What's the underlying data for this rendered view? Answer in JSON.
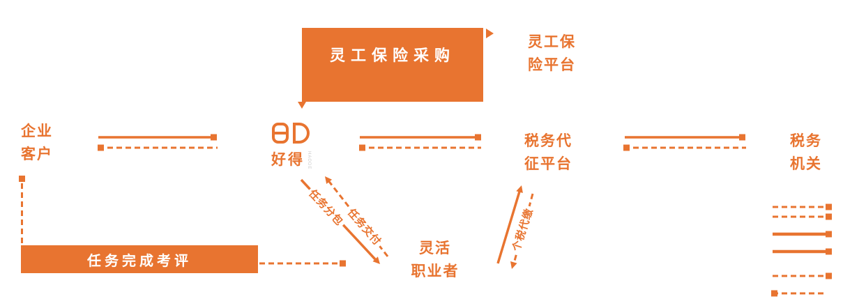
{
  "colors": {
    "accent": "#E87430"
  },
  "nodes": {
    "insurance_box": {
      "label": "灵工保险采购"
    },
    "insurance_platform": {
      "lines": [
        "灵工保",
        "险平台"
      ]
    },
    "enterprise_customer": {
      "lines": [
        "企业",
        "客户"
      ]
    },
    "brand": {
      "name": "好得",
      "latin": "HAODE"
    },
    "tax_collection_platform": {
      "lines": [
        "税务代",
        "征平台"
      ]
    },
    "tax_authority": {
      "lines": [
        "税务",
        "机关"
      ]
    },
    "flexible_worker": {
      "lines": [
        "灵活",
        "职业者"
      ]
    },
    "task_review_box": {
      "label": "任务完成考评"
    }
  },
  "edge_labels": {
    "task_dispatch": "任务分包",
    "task_delivery": "任务交付",
    "tax_withholding": "个税代缴"
  }
}
